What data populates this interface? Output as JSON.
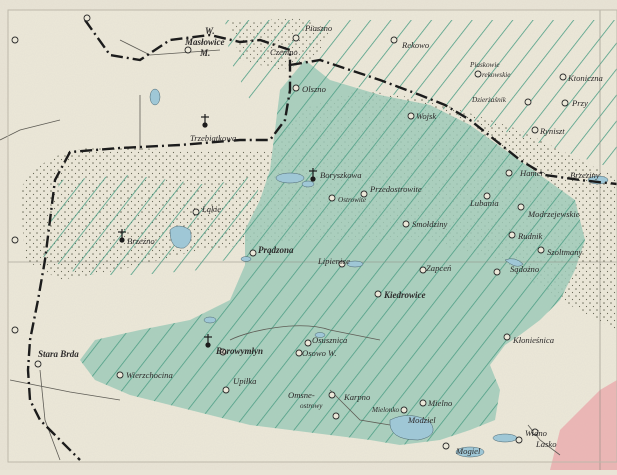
{
  "map": {
    "colors": {
      "paper": "#ece8d9",
      "forest_fill": "#9fcab8",
      "forest_hatch": "#4f9f86",
      "boundary": "#1c1c1c",
      "lake": "#9fc7d6",
      "dots": "#5a5a48",
      "pink_area": "#e9a2a7"
    },
    "icons": [
      "church-icon",
      "settlement-circle-icon",
      "boundary-line",
      "road-line"
    ],
    "places": [
      {
        "id": "w-maslowice-m",
        "text_lines": [
          "W.",
          "Masłowice",
          "M."
        ]
      },
      {
        "id": "piaszno",
        "text_lines": [
          "Piaszno"
        ]
      },
      {
        "id": "rekowo",
        "text_lines": [
          "Rekowo"
        ]
      },
      {
        "id": "czemno",
        "text_lines": [
          "Czemno"
        ]
      },
      {
        "id": "olszno",
        "text_lines": [
          "Olszno"
        ]
      },
      {
        "id": "piaskowie-rekowskie",
        "text_lines": [
          "Piaskowie",
          "rekowskie"
        ]
      },
      {
        "id": "ktoniczna",
        "text_lines": [
          "Ktoniczna"
        ]
      },
      {
        "id": "dzierzasnik",
        "text_lines": [
          "Dzierżaśnik"
        ]
      },
      {
        "id": "przy",
        "text_lines": [
          "Przy"
        ]
      },
      {
        "id": "wojsk",
        "text_lines": [
          "Wojsk"
        ]
      },
      {
        "id": "rynszt",
        "text_lines": [
          "Ryniszt"
        ]
      },
      {
        "id": "trzebiatkowa",
        "text_lines": [
          "Trzebiatkowa"
        ]
      },
      {
        "id": "borzyszkowa",
        "text_lines": [
          "Boryszkowa"
        ]
      },
      {
        "id": "przedostrowite",
        "text_lines": [
          "Przedostrowite"
        ]
      },
      {
        "id": "ostrowite",
        "text_lines": [
          "Ostrowite"
        ]
      },
      {
        "id": "hamer",
        "text_lines": [
          "Hamer"
        ]
      },
      {
        "id": "brzeziny",
        "text_lines": [
          "Brzeziny"
        ]
      },
      {
        "id": "lubania",
        "text_lines": [
          "Lubania"
        ]
      },
      {
        "id": "modrzejewskie",
        "text_lines": [
          "Modrzejewskie"
        ]
      },
      {
        "id": "lakie",
        "text_lines": [
          "Łąkie"
        ]
      },
      {
        "id": "smoldziny",
        "text_lines": [
          "Smołdziny"
        ]
      },
      {
        "id": "rudnik",
        "text_lines": [
          "Rudnik"
        ]
      },
      {
        "id": "brzezno",
        "text_lines": [
          "Brzeźno"
        ]
      },
      {
        "id": "szoltmany",
        "text_lines": [
          "Szoltmany"
        ]
      },
      {
        "id": "pradzona",
        "text_lines": [
          "Prądzona"
        ]
      },
      {
        "id": "lipienice",
        "text_lines": [
          "Lipienice"
        ]
      },
      {
        "id": "zapcen",
        "text_lines": [
          "Zapceń"
        ]
      },
      {
        "id": "sadozno",
        "text_lines": [
          "Sądożno"
        ]
      },
      {
        "id": "kiedrowice",
        "text_lines": [
          "Kiedrowice"
        ]
      },
      {
        "id": "klonicznica",
        "text_lines": [
          "Kłonieśnica"
        ]
      },
      {
        "id": "osusznica",
        "text_lines": [
          "Osusznica"
        ]
      },
      {
        "id": "borowymlyn",
        "text_lines": [
          "Borowymłyn"
        ]
      },
      {
        "id": "osowow",
        "text_lines": [
          "Osowo W."
        ]
      },
      {
        "id": "starabrda",
        "text_lines": [
          "Stara Brda"
        ]
      },
      {
        "id": "wierzchocina",
        "text_lines": [
          "Wierzchocina"
        ]
      },
      {
        "id": "upilka",
        "text_lines": [
          "Upiłka"
        ]
      },
      {
        "id": "omsne-ostrowy",
        "text_lines": [
          "Omsne-",
          "ostrowy"
        ]
      },
      {
        "id": "karpno",
        "text_lines": [
          "Karpno"
        ]
      },
      {
        "id": "mielno",
        "text_lines": [
          "Mielno"
        ]
      },
      {
        "id": "mielonko",
        "text_lines": [
          "Mielonko"
        ]
      },
      {
        "id": "modziel",
        "text_lines": [
          "Modziel"
        ]
      },
      {
        "id": "widno",
        "text_lines": [
          "Widno"
        ]
      },
      {
        "id": "lasko",
        "text_lines": [
          "Lasko"
        ]
      },
      {
        "id": "mogiel",
        "text_lines": [
          "Mogiel"
        ]
      }
    ]
  }
}
